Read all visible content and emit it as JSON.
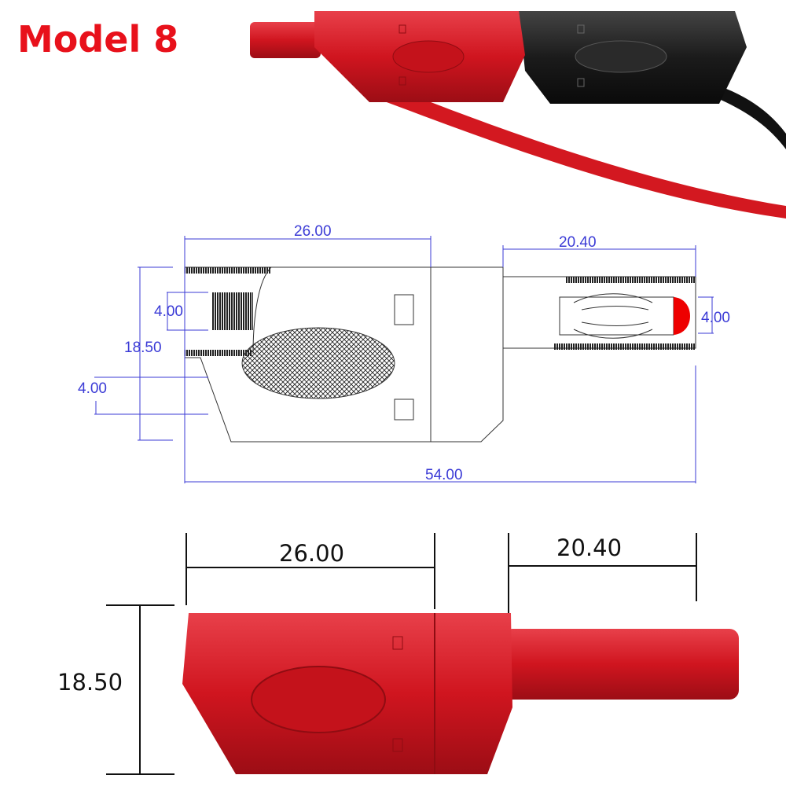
{
  "title": "Model 8",
  "colors": {
    "red_plug": "#d0151f",
    "black_plug": "#1b1b1b",
    "dimension_blue": "#3b3bd6",
    "tip_red": "#ee0000"
  },
  "drawing": {
    "body_length": "26.00",
    "pin_length": "20.40",
    "total_length": "54.00",
    "height": "18.50",
    "socket_diameter": "4.00",
    "offset": "4.00",
    "pin_diameter": "4.00"
  },
  "photo_dims": {
    "body_length": "26.00",
    "pin_length": "20.40",
    "height": "18.50"
  }
}
